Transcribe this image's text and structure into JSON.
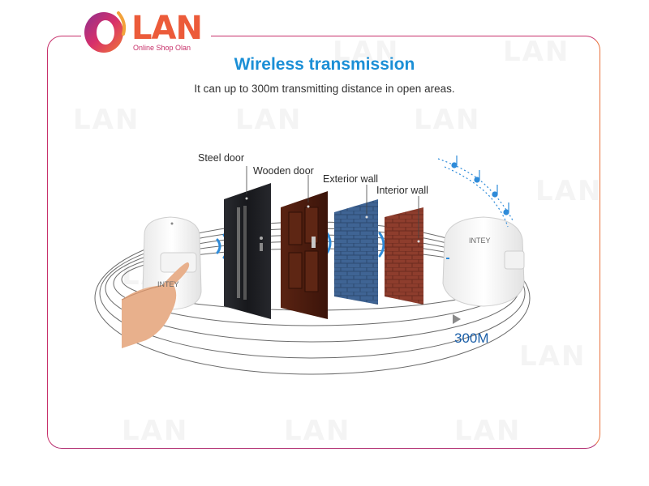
{
  "logo": {
    "text": "LAN",
    "tagline": "Online Shop Olan"
  },
  "watermark": {
    "text": "LAN"
  },
  "header": {
    "title": "Wireless transmission",
    "subtitle": "It can up to 300m transmitting distance in open areas."
  },
  "labels": {
    "steel_door": "Steel door",
    "wooden_door": "Wooden door",
    "exterior_wall": "Exterior wall",
    "interior_wall": "Interior wall"
  },
  "devices": {
    "brand": "INTEY"
  },
  "distance": "300M",
  "colors": {
    "accent_blue": "#1b8fd6",
    "brand_pink": "#c7306a",
    "brand_orange": "#ec5b3a",
    "steel_door": "#1c1d21",
    "wooden_door": "#4a1a0e",
    "exterior_wall": "#3d5f8c",
    "interior_wall": "#8a3a2c"
  }
}
